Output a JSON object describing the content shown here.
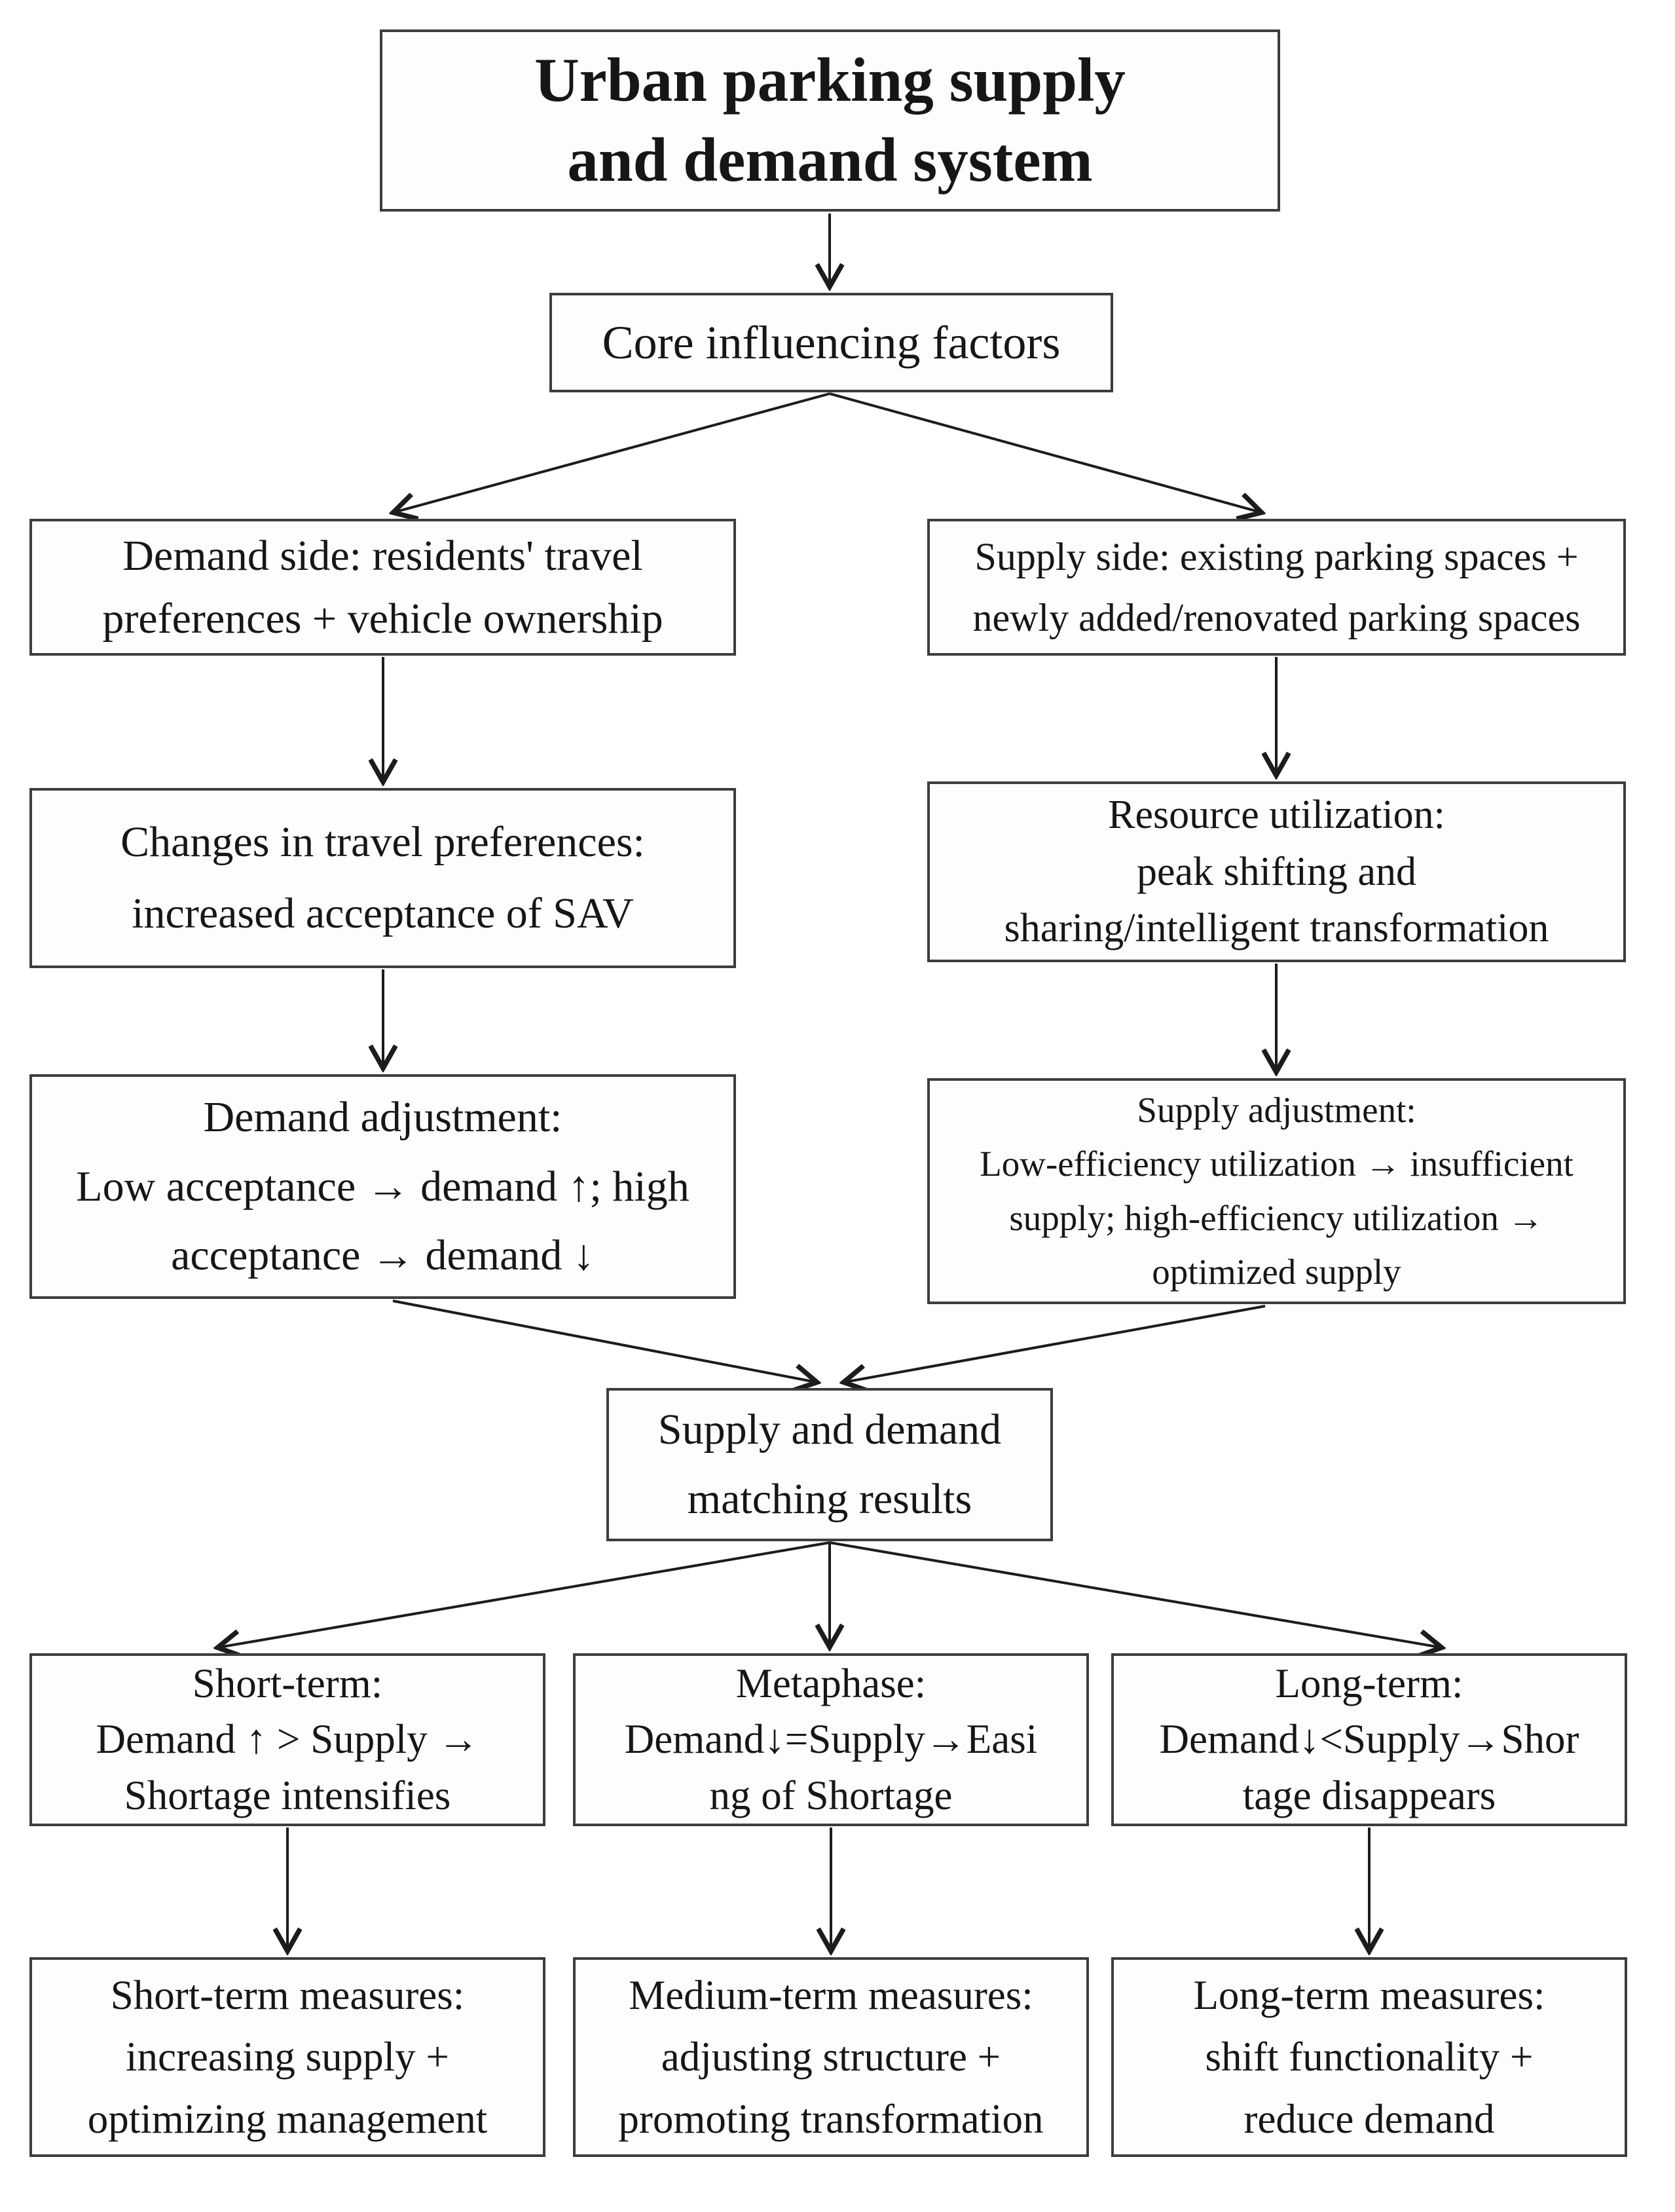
{
  "diagram": {
    "type": "flowchart",
    "colors": {
      "background": "#ffffff",
      "box_border": "#3d3d3d",
      "text": "#161616",
      "arrow": "#1c1c1c"
    }
  },
  "nodes": {
    "title": {
      "lines": [
        "Urban parking supply",
        "and demand system"
      ]
    },
    "core": {
      "lines": [
        "Core influencing factors"
      ]
    },
    "demand_side": {
      "lines": [
        "Demand side: residents' travel",
        "preferences + vehicle ownership"
      ]
    },
    "supply_side": {
      "lines": [
        "Supply side: existing parking spaces +",
        "newly added/renovated parking spaces"
      ]
    },
    "travel_pref": {
      "lines": [
        "Changes in travel preferences:",
        "increased acceptance of SAV"
      ]
    },
    "resource_util": {
      "lines": [
        "Resource utilization:",
        "peak shifting and",
        "sharing/intelligent transformation"
      ]
    },
    "demand_adj": {
      "lines": [
        "Demand adjustment:",
        "Low acceptance → demand ↑; high",
        "acceptance → demand ↓"
      ]
    },
    "supply_adj": {
      "lines": [
        "Supply adjustment:",
        "Low-efficiency utilization → insufficient",
        "supply; high-efficiency utilization →",
        "optimized supply"
      ]
    },
    "matching": {
      "lines": [
        "Supply and demand",
        "matching results"
      ]
    },
    "short_term": {
      "lines": [
        "Short-term:",
        "Demand ↑ > Supply →",
        "Shortage intensifies"
      ]
    },
    "metaphase": {
      "lines": [
        "Metaphase:",
        "Demand↓=Supply→Easi",
        "ng of Shortage"
      ]
    },
    "long_term": {
      "lines": [
        "Long-term:",
        "Demand↓<Supply→Shor",
        "tage disappears"
      ]
    },
    "short_measures": {
      "lines": [
        "Short-term measures:",
        "increasing supply +",
        "optimizing management"
      ]
    },
    "medium_measures": {
      "lines": [
        "Medium-term measures:",
        "adjusting structure +",
        "promoting transformation"
      ]
    },
    "long_measures": {
      "lines": [
        "Long-term measures:",
        "shift functionality +",
        "reduce demand"
      ]
    }
  }
}
